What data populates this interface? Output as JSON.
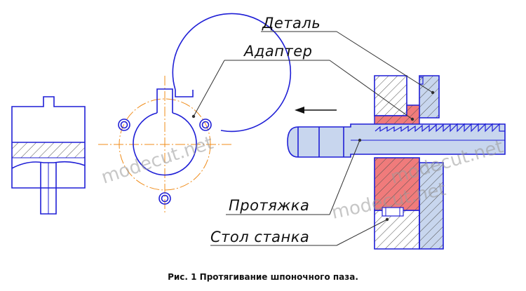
{
  "labels": {
    "detail": "Деталь",
    "adapter": "Адаптер",
    "broach": "Протяжка",
    "table": "Стол станка"
  },
  "watermarks": [
    "modecut.net",
    "modecut.net",
    "modecut.net"
  ],
  "caption": "Рис. 1 Протягивание шпоночного паза.",
  "colors": {
    "outline": "#1f1fd6",
    "hatch": "#505050",
    "adapter_fill": "#f07b7b",
    "detail_fill": "#c8d6ee",
    "center_line": "#f08c1a",
    "leader": "#303030"
  },
  "icons": [
    "arrow-left-icon"
  ]
}
